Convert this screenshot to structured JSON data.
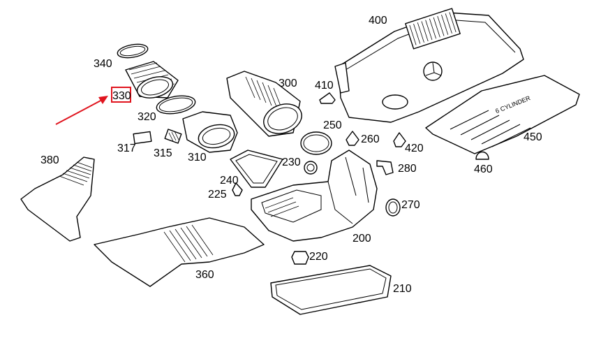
{
  "diagram": {
    "highlight_color": "#e0141e",
    "highlighted_part": "330",
    "cover_text": "6 CYLINDER",
    "labels": {
      "p400": "400",
      "p340": "340",
      "p330": "330",
      "p300": "300",
      "p410": "410",
      "p320": "320",
      "p250": "250",
      "p260": "260",
      "p420": "420",
      "p450": "450",
      "p317": "317",
      "p315": "315",
      "p310": "310",
      "p380": "380",
      "p230": "230",
      "p280": "280",
      "p460": "460",
      "p240": "240",
      "p225": "225",
      "p270": "270",
      "p200": "200",
      "p360": "360",
      "p220": "220",
      "p210": "210"
    }
  }
}
